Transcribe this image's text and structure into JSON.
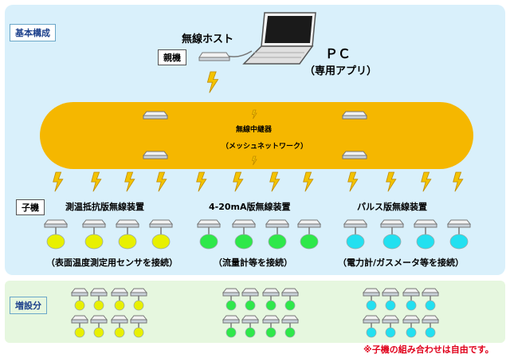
{
  "top_section_label": "基本構成",
  "bottom_section_label": "増設分",
  "host_title": "無線ホスト",
  "parent_label": "親機",
  "pc_label": "ＰＣ",
  "pc_sub": "（専用アプリ）",
  "relay_title": "無線中継器",
  "relay_sub": "（メッシュネットワーク）",
  "child_label": "子機",
  "groups": [
    {
      "title": "測温抵抗版無線装置",
      "caption": "（表面温度測定用センサを接続）",
      "color": "#e8f000"
    },
    {
      "title": "4-20mA版無線装置",
      "caption": "（流量計等を接続）",
      "color": "#2ee84a"
    },
    {
      "title": "パルス版無線装置",
      "caption": "（電力計/ガスメータ等を接続）",
      "color": "#22e0f0"
    }
  ],
  "footnote": "※子機の組み合わせは自由です。"
}
